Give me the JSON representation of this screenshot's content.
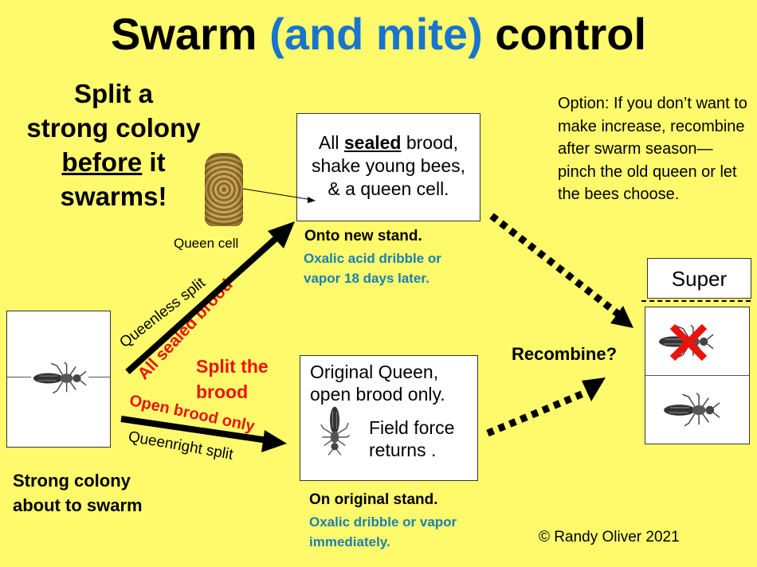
{
  "title": {
    "part1": "Swarm ",
    "part2": "(and mite)",
    "part3": " control"
  },
  "lead": {
    "line1": "Split a",
    "line2": "strong colony",
    "line3_underlined": "before",
    "line3_rest": " it",
    "line4": "swarms!"
  },
  "queen_cell_label": "Queen cell",
  "top_box": {
    "pre": "All ",
    "underlined": "sealed",
    "post": " brood,",
    "line2": "shake young bees,",
    "line3": "& a queen cell."
  },
  "top_stand": {
    "heading": "Onto new stand.",
    "treatment": "Oxalic acid dribble or vapor 18 days later."
  },
  "bottom_box": {
    "line1": "Original Queen,",
    "line2": "open brood only.",
    "field1": "Field force",
    "field2": "returns ."
  },
  "bottom_stand": {
    "heading": "On original stand.",
    "treatment": "Oxalic dribble or vapor immediately."
  },
  "arrows": {
    "queenless": "Queenless split",
    "sealed": "All sealed brood",
    "split_brood": "Split the brood",
    "open": "Open brood only",
    "queenright": "Queenright split"
  },
  "colony_label": "Strong colony about to swarm",
  "option_text": "Option: If you don’t want to make increase, recombine after swarm season—pinch the old queen or let the bees choose.",
  "super_label": "Super",
  "recombine": "Recombine?",
  "copyright": "© Randy Oliver 2021",
  "colors": {
    "background": "#FFFA6C",
    "title_blue": "#1874CD",
    "red": "#E8140C",
    "teal": "#1A7FB0"
  }
}
